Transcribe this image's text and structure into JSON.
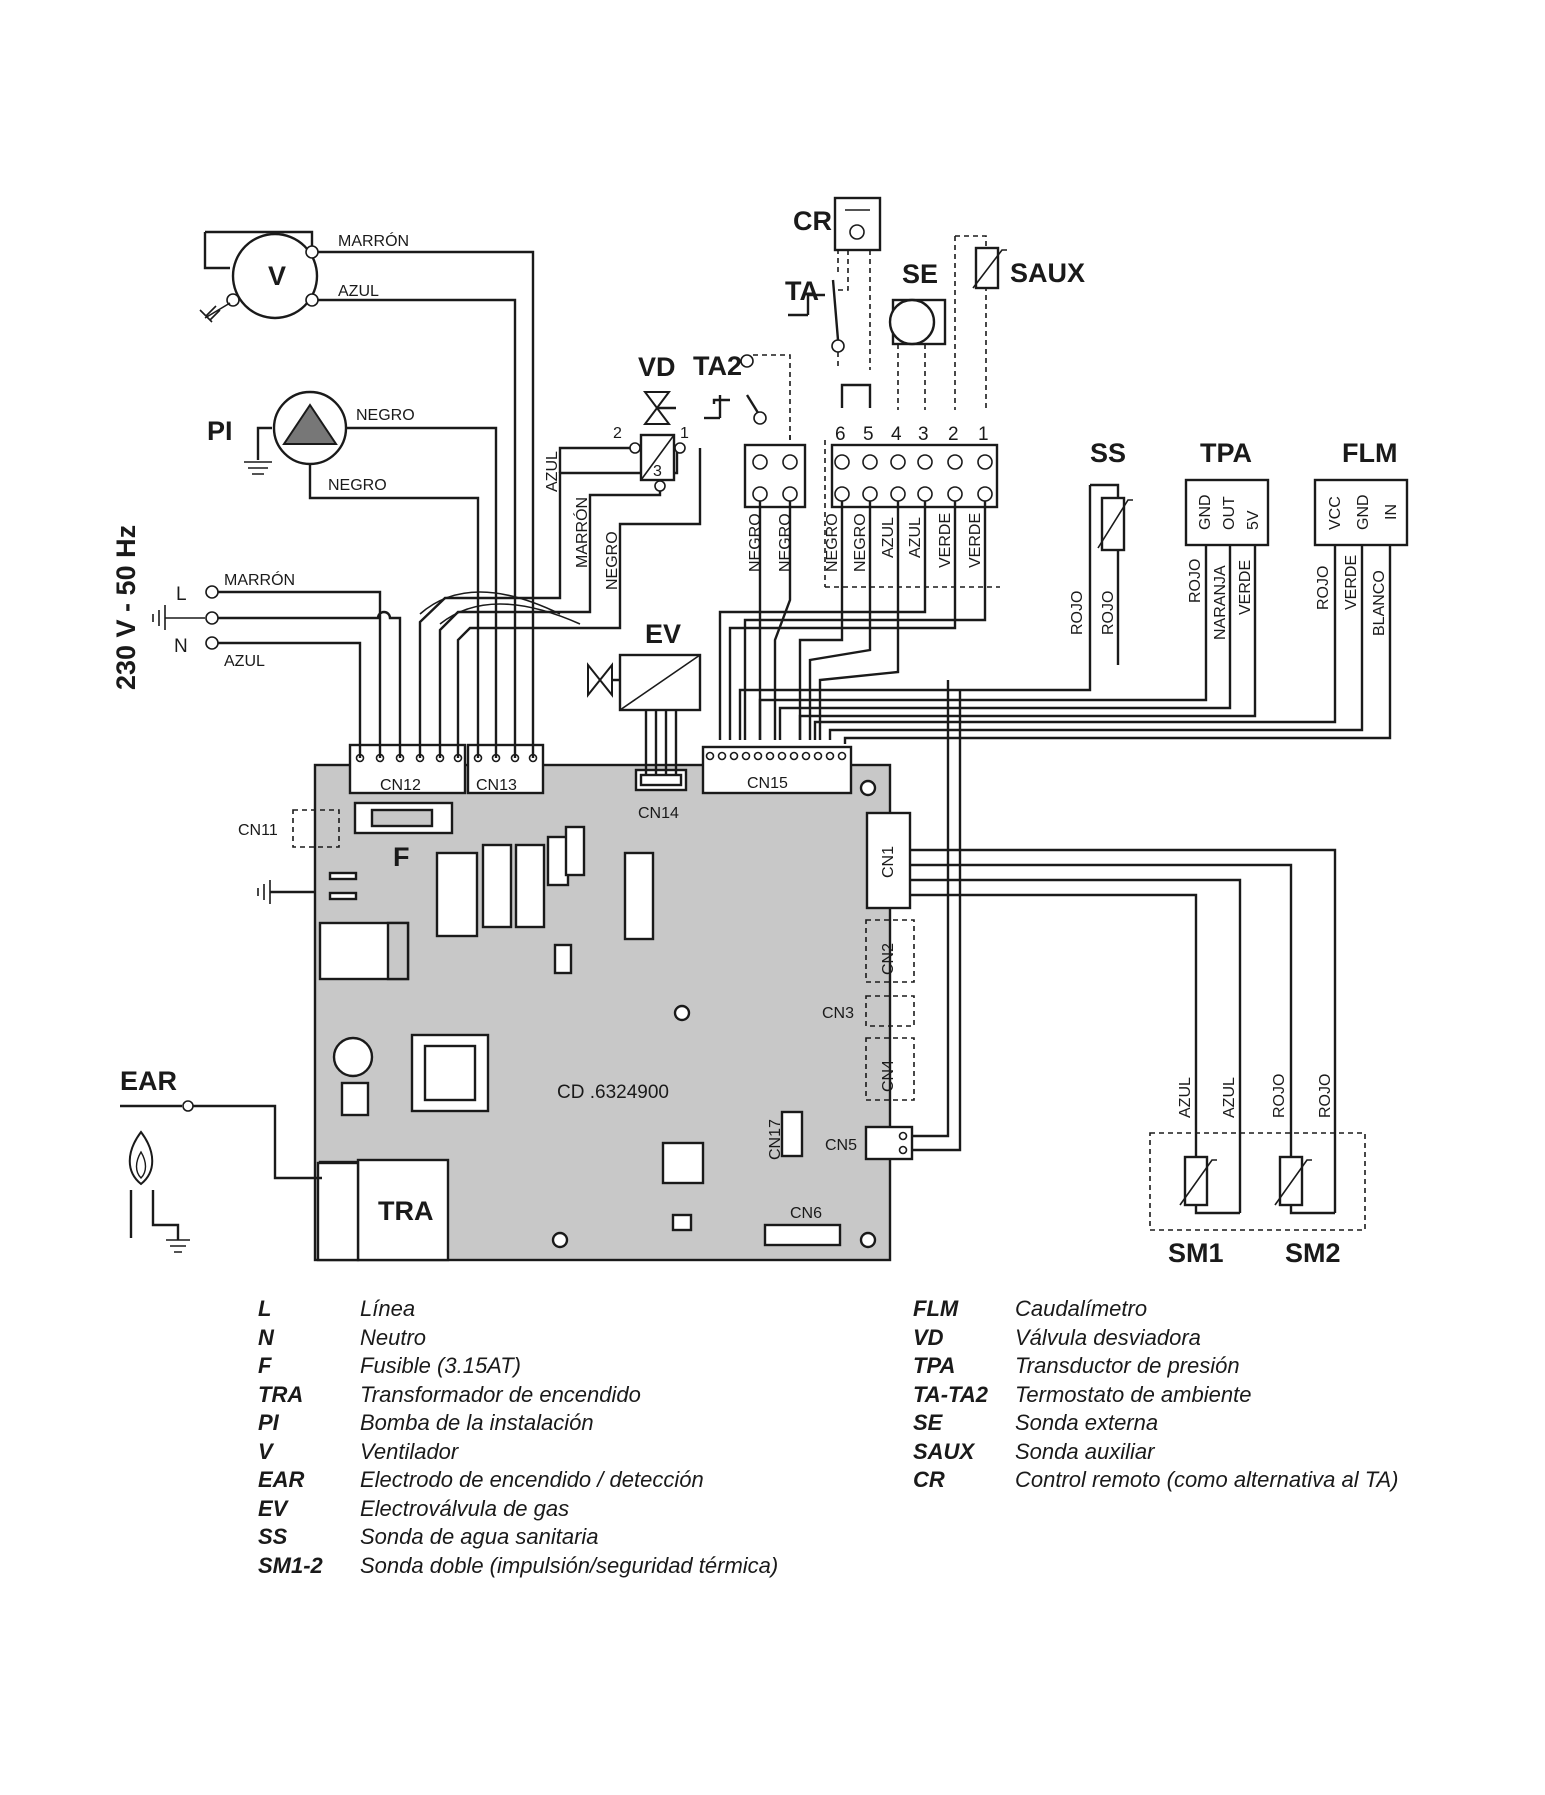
{
  "components": {
    "V": "V",
    "PI": "PI",
    "VD": "VD",
    "TA2": "TA2",
    "TA": "TA",
    "CR": "CR",
    "SE": "SE",
    "SAUX": "SAUX",
    "SS": "SS",
    "TPA": "TPA",
    "FLM": "FLM",
    "EV": "EV",
    "EAR": "EAR",
    "F": "F",
    "TRA": "TRA",
    "SM1": "SM1",
    "SM2": "SM2"
  },
  "supply": {
    "voltage": "230 V - 50 Hz",
    "L": "L",
    "N": "N"
  },
  "connectors": {
    "CN1": "CN1",
    "CN2": "CN2",
    "CN3": "CN3",
    "CN4": "CN4",
    "CN5": "CN5",
    "CN6": "CN6",
    "CN11": "CN11",
    "CN12": "CN12",
    "CN13": "CN13",
    "CN14": "CN14",
    "CN15": "CN15",
    "CN17": "CN17"
  },
  "board_code": "CD .6324900",
  "wire_labels": {
    "marron": "MARRÓN",
    "azul": "AZUL",
    "negro": "NEGRO",
    "verde": "VERDE",
    "rojo": "ROJO",
    "naranja": "NARANJA",
    "blanco": "BLANCO"
  },
  "vd_pins": [
    "2",
    "1",
    "3"
  ],
  "terminal_numbers": [
    "6",
    "5",
    "4",
    "3",
    "2",
    "1"
  ],
  "tpa_pins": [
    "GND",
    "OUT",
    "5V"
  ],
  "flm_pins": [
    "VCC",
    "GND",
    "IN"
  ],
  "legend_left": [
    {
      "key": "L",
      "value": "Línea"
    },
    {
      "key": "N",
      "value": "Neutro"
    },
    {
      "key": "F",
      "value": "Fusible (3.15AT)"
    },
    {
      "key": "TRA",
      "value": "Transformador de encendido"
    },
    {
      "key": "PI",
      "value": "Bomba de la instalación"
    },
    {
      "key": "V",
      "value": "Ventilador"
    },
    {
      "key": "EAR",
      "value": "Electrodo de encendido / detección"
    },
    {
      "key": "EV",
      "value": "Electroválvula de gas"
    },
    {
      "key": "SS",
      "value": "Sonda de agua sanitaria"
    },
    {
      "key": "SM1-2",
      "value": "Sonda doble (impulsión/seguridad térmica)"
    }
  ],
  "legend_right": [
    {
      "key": "FLM",
      "value": "Caudalímetro"
    },
    {
      "key": "VD",
      "value": "Válvula desviadora"
    },
    {
      "key": "TPA",
      "value": "Transductor de presión"
    },
    {
      "key": "TA-TA2",
      "value": "Termostato de ambiente"
    },
    {
      "key": "SE",
      "value": "Sonda externa"
    },
    {
      "key": "SAUX",
      "value": "Sonda auxiliar"
    },
    {
      "key": "CR",
      "value": "Control remoto (como alternativa al TA)"
    }
  ]
}
